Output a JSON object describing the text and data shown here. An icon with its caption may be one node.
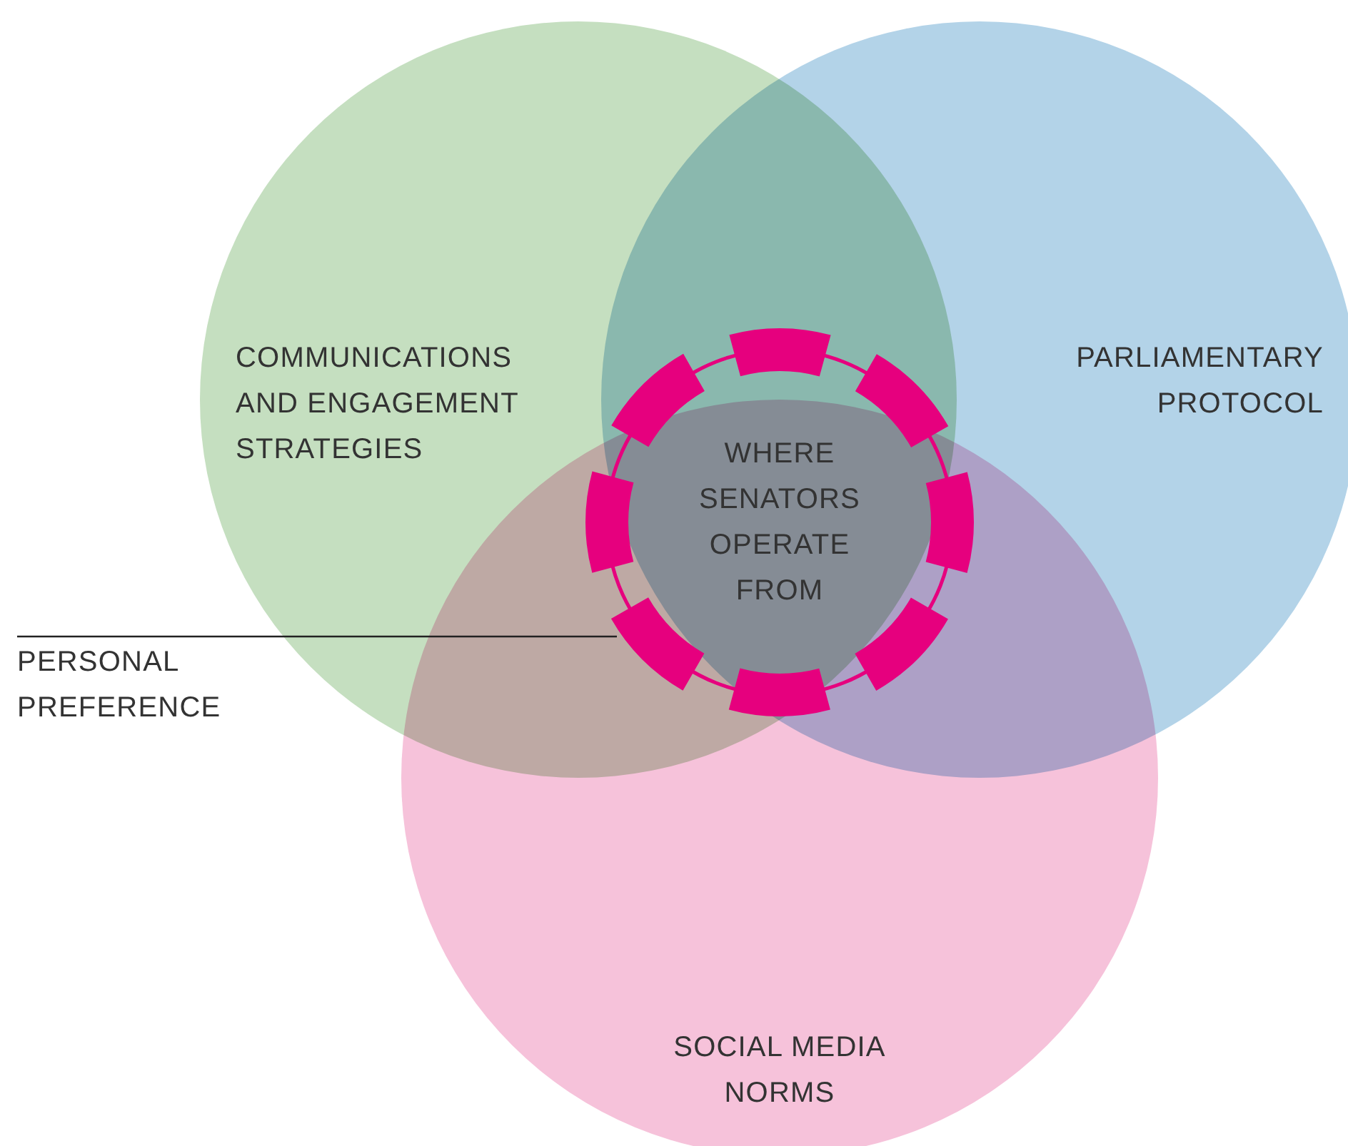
{
  "diagram": {
    "nodes": [
      {
        "text": [
          "COMMUNICATIONS AND ENGAGEMENT STRATEGIES"
        ]
      },
      {
        "text": [
          "PARLIAMENTARY PROTOCOL"
        ]
      },
      {
        "text": [
          "SOCIAL MEDIA NORMS"
        ]
      },
      {
        "text": [
          "WHERE SENATORS OPERATE FROM"
        ]
      },
      {
        "text": [
          "PERSONAL PREFERENCE"
        ]
      }
    ],
    "edges": [
      {
        "from": 4,
        "to": 3,
        "arrow": "none"
      }
    ]
  }
}
